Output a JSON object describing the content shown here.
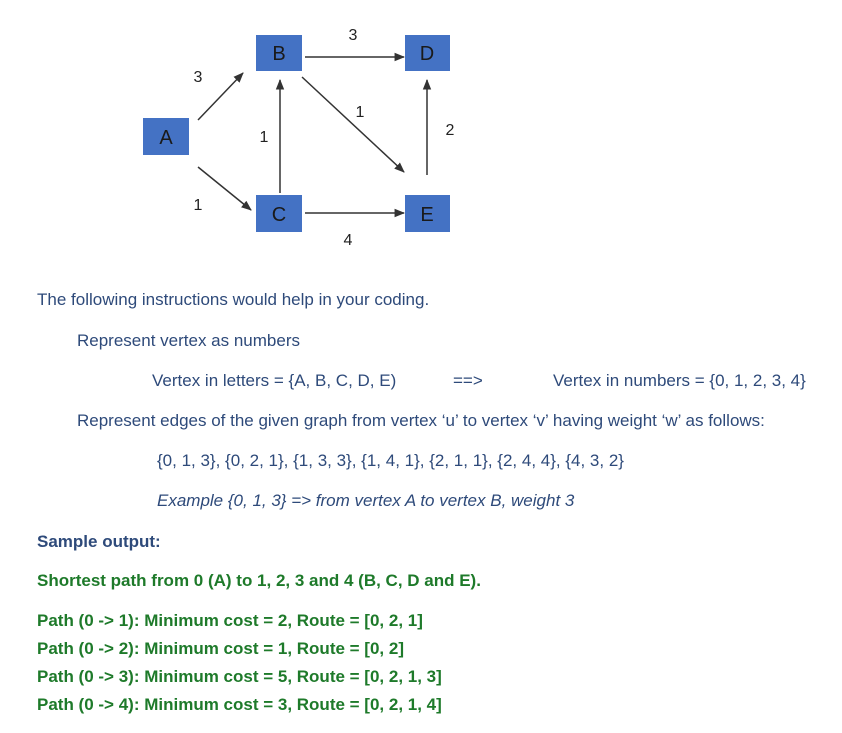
{
  "graph": {
    "nodes": [
      {
        "id": "A",
        "label": "A"
      },
      {
        "id": "B",
        "label": "B"
      },
      {
        "id": "C",
        "label": "C"
      },
      {
        "id": "D",
        "label": "D"
      },
      {
        "id": "E",
        "label": "E"
      }
    ],
    "edges": [
      {
        "from": "A",
        "to": "B",
        "weight": "3"
      },
      {
        "from": "A",
        "to": "C",
        "weight": "1"
      },
      {
        "from": "C",
        "to": "B",
        "weight": "1"
      },
      {
        "from": "B",
        "to": "D",
        "weight": "3"
      },
      {
        "from": "B",
        "to": "E",
        "weight": "1"
      },
      {
        "from": "C",
        "to": "E",
        "weight": "4"
      },
      {
        "from": "E",
        "to": "D",
        "weight": "2"
      }
    ],
    "node_color": "#4472c4",
    "edge_color": "#333333"
  },
  "text": {
    "intro": "The following instructions would help in your coding.",
    "represent_vertex": "Represent vertex as numbers",
    "vertex_letters": "Vertex in letters = {A, B, C, D, E)",
    "arrow": "==>",
    "vertex_numbers": "Vertex in numbers = {0, 1, 2, 3, 4}",
    "represent_edges": "Represent edges of the given graph from vertex ‘u’ to vertex ‘v’ having weight ‘w’ as follows:",
    "edge_list": "{0, 1, 3}, {0, 2, 1}, {1, 3, 3}, {1, 4, 1}, {2, 1, 1}, {2, 4, 4}, {4, 3, 2}",
    "example": "Example {0, 1, 3} => from vertex A to vertex B, weight 3",
    "sample_output": "Sample output:",
    "shortest_path": "Shortest path from 0 (A) to 1, 2, 3 and 4 (B, C, D and E).",
    "paths": [
      "Path (0 -> 1): Minimum cost = 2, Route = [0, 2, 1]",
      "Path (0 -> 2): Minimum cost = 1, Route = [0, 2]",
      "Path (0 -> 3): Minimum cost = 5, Route = [0, 2, 1, 3]",
      "Path (0 -> 4): Minimum cost = 3, Route = [0, 2, 1, 4]"
    ]
  }
}
